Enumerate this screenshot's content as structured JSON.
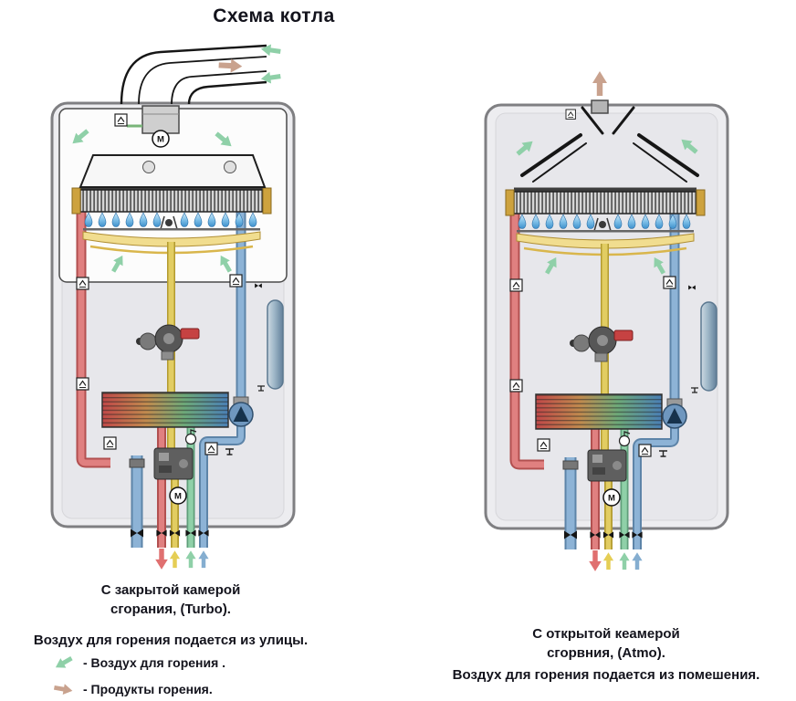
{
  "title": "Схема котла",
  "boilers": {
    "left": {
      "name": "turbo",
      "caption_line1": "С закрытой камерой",
      "caption_line2": "сгорания, (Turbo).",
      "description": "Воздух для горения подается из улицы."
    },
    "right": {
      "name": "atmo",
      "caption_line1": "С открытой кеамерой",
      "caption_line2": "сгорвния, (Atmo).",
      "description": "Воздух для горения подается из помешения."
    }
  },
  "legend": {
    "items": [
      {
        "icon": "air-arrow-icon",
        "color": "#8fd0a8",
        "label": "- Воздух для горения ."
      },
      {
        "icon": "exhaust-arrow-icon",
        "color": "#c9a28e",
        "label": "- Продукты горения."
      }
    ]
  },
  "labels": {
    "motor": "M"
  },
  "colors": {
    "air": "#8fd0a8",
    "exhaust": "#c9a28e",
    "hot_water": "#e08080",
    "cold_water": "#8db3d6",
    "gas": "#e2cd62"
  }
}
